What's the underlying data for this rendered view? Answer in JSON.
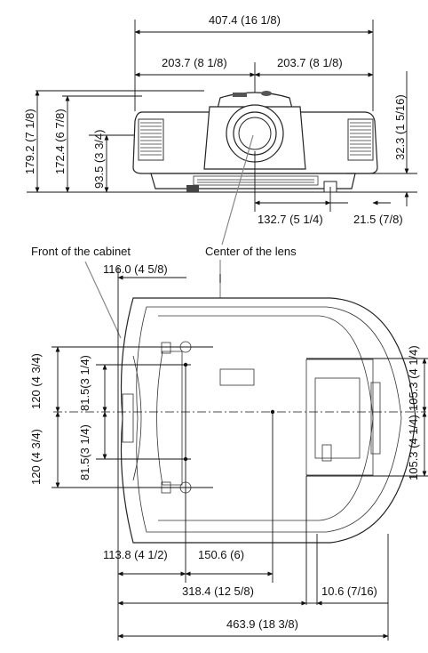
{
  "front_view": {
    "width_total": "407.4 (16 1/8)",
    "half_left": "203.7 (8 1/8)",
    "half_right": "203.7 (8 1/8)",
    "height_total": "179.2 (7 1/8)",
    "height_body": "172.4 (6 7/8)",
    "lens_height": "93.5 (3 3/4)",
    "top_offset": "32.3 (1 5/16)",
    "lens_offset": "132.7 (5 1/4)",
    "foot_offset": "21.5 (7/8)"
  },
  "labels": {
    "front_cabinet": "Front of the cabinet",
    "lens_center": "Center of the lens"
  },
  "bottom_view": {
    "front_depth": "116.0 (4 5/8)",
    "upper_outer": "120 (4 3/4)",
    "upper_inner": "81.5(3 1/4)",
    "lower_outer": "120 (4 3/4)",
    "lower_inner": "81.5(3 1/4)",
    "right_upper": "105.3 (4 1/4)",
    "right_lower": "105.3 (4 1/4)",
    "front_offset": "113.8 (4 1/2)",
    "foot_spacing": "150.6 (6)",
    "depth_main": "318.4 (12 5/8)",
    "rear_offset": "10.6 (7/16)",
    "depth_total": "463.9 (18 3/8)"
  }
}
